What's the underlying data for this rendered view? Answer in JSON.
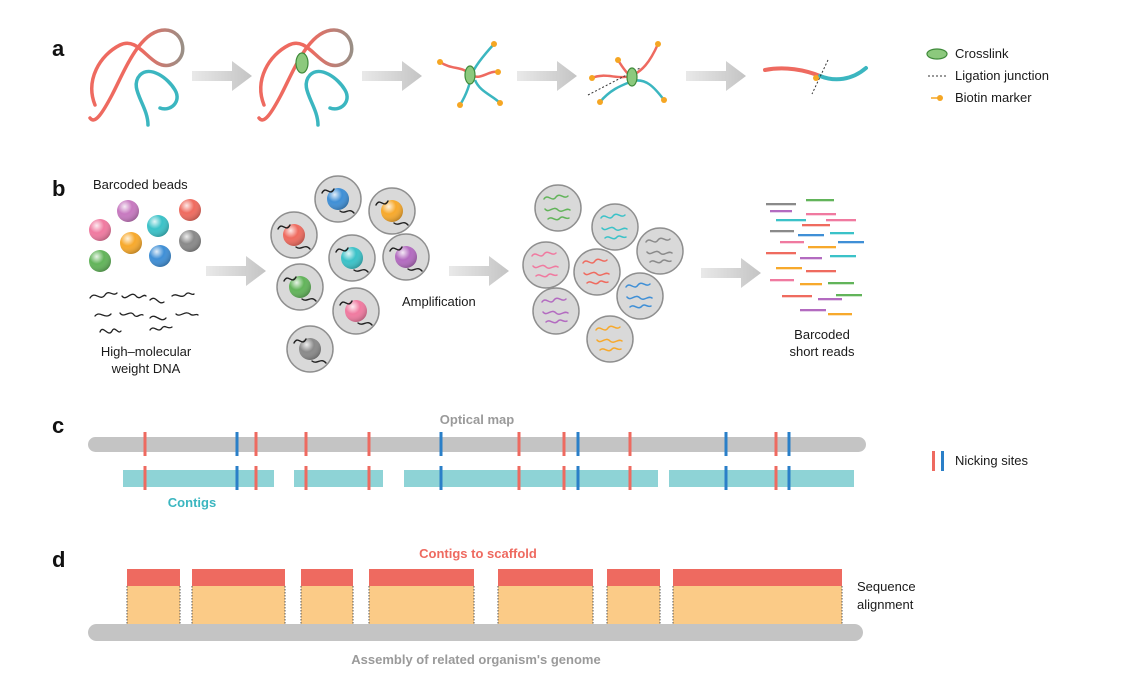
{
  "colors": {
    "red": "#ee6a60",
    "teal": "#3bb6c0",
    "blue": "#2a7fc8",
    "orange": "#f5a623",
    "cream": "#fbcb87",
    "bar_gray": "#c4c4c4",
    "arrow_gray": "#cfcfcf",
    "crosslink_green": "#8cc97d"
  },
  "panels": {
    "a": {
      "letter": "a",
      "legend": {
        "crosslink": "Crosslink",
        "ligation": "Ligation junction",
        "biotin": "Biotin marker"
      }
    },
    "b": {
      "letter": "b",
      "beads_label": "Barcoded beads",
      "dna_label": [
        "High–molecular",
        "weight DNA"
      ],
      "amplification_label": "Amplification",
      "reads_label": [
        "Barcoded",
        "short reads"
      ],
      "bead_colors": [
        "#f07aa0",
        "#c779c0",
        "#3bc2c8",
        "#ef6b5f",
        "#f7a92c",
        "#3bc2c8",
        "#8a8a8a",
        "#62b45a",
        "#3f8fd6"
      ],
      "droplet_bead_colors": [
        "#3f8fd6",
        "#f7a92c",
        "#ef6b5f",
        "#3bc2c8",
        "#b36bc0",
        "#62b45a",
        "#f07aa0",
        "#8a8a8a"
      ],
      "amplified_colors": [
        "#62b45a",
        "#3bc2c8",
        "#8a8a8a",
        "#f07aa0",
        "#ef6b5f",
        "#3f8fd6",
        "#b36bc0",
        "#f7a92c"
      ],
      "read_colors": [
        "#8a8a8a",
        "#62b45a",
        "#3bc2c8",
        "#f07aa0",
        "#ef6b5f",
        "#3f8fd6",
        "#b36bc0",
        "#f7a92c"
      ]
    },
    "c": {
      "letter": "c",
      "map_label": "Optical map",
      "contigs_label": "Contigs",
      "legend": "Nicking sites"
    },
    "d": {
      "letter": "d",
      "title": "Contigs to scaffold",
      "alignment_label": [
        "Sequence",
        "alignment"
      ],
      "genome_label": "Assembly of related organism's genome"
    }
  }
}
